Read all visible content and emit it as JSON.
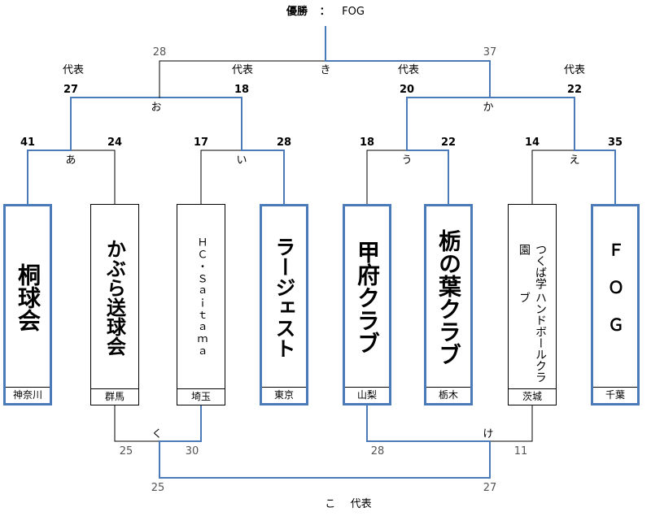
{
  "title": {
    "label": "優勝",
    "separator": "：",
    "winner": "FOG"
  },
  "representative_label": "代表",
  "colors": {
    "winner_line": "#4a7ab8",
    "loser_line": "#000000"
  },
  "teams": [
    {
      "name": "桐球会",
      "prefecture": "神奈川"
    },
    {
      "name": "かぶら送球会",
      "prefecture": "群馬"
    },
    {
      "name": "ＨＣ・Ｓａｉｔａｍａ",
      "prefecture": "埼玉"
    },
    {
      "name": "ラージェスト",
      "prefecture": "東京"
    },
    {
      "name": "甲府クラブ",
      "prefecture": "山梨"
    },
    {
      "name": "栃の葉クラブ",
      "prefecture": "栃木"
    },
    {
      "name": "つくば学園",
      "name_line2": "ハンドボールクラブ",
      "prefecture": "茨城"
    },
    {
      "name": "ＦＯＧ",
      "prefecture": "千葉"
    }
  ],
  "matches": {
    "a": {
      "label": "あ",
      "scores": [
        "41",
        "24"
      ]
    },
    "i": {
      "label": "い",
      "scores": [
        "17",
        "28"
      ]
    },
    "u": {
      "label": "う",
      "scores": [
        "18",
        "22"
      ]
    },
    "e": {
      "label": "え",
      "scores": [
        "14",
        "35"
      ]
    },
    "o": {
      "label": "お",
      "scores": [
        "27",
        "18"
      ]
    },
    "ka": {
      "label": "か",
      "scores": [
        "20",
        "22"
      ]
    },
    "ki": {
      "label": "き",
      "scores": [
        "28",
        "37"
      ]
    },
    "ku": {
      "label": "く",
      "scores": [
        "25",
        "30"
      ]
    },
    "ke": {
      "label": "け",
      "scores": [
        "28",
        "11"
      ]
    },
    "ko": {
      "label": "こ",
      "scores": [
        "25",
        "27"
      ]
    }
  }
}
